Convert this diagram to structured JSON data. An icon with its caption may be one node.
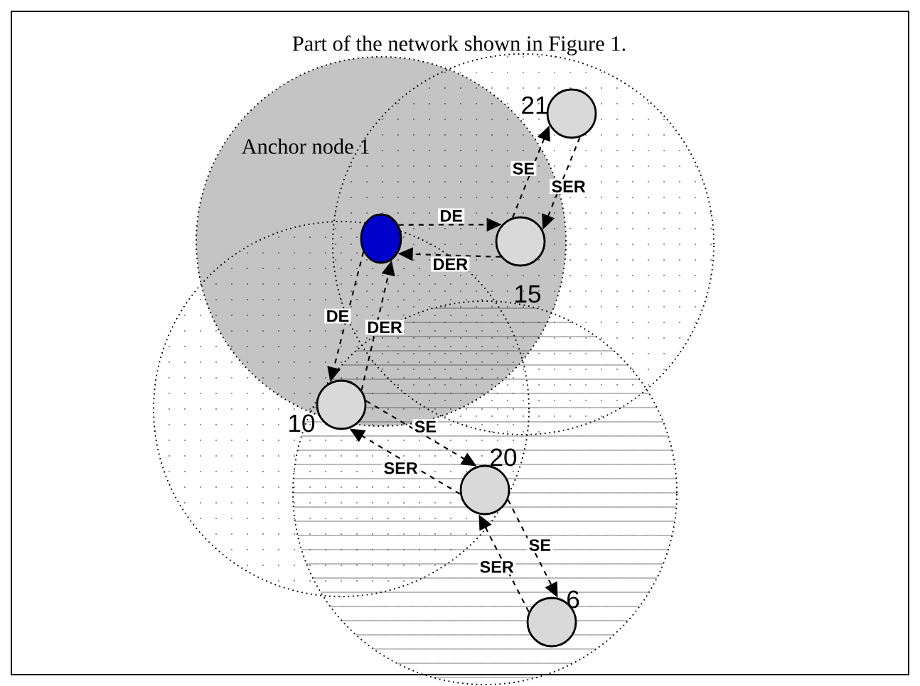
{
  "diagram": {
    "title": "Part of the network shown in Figure 1.",
    "nodes": [
      {
        "text": [],
        "shape": "circle",
        "beside": [
          "Anchor node 1"
        ]
      },
      {
        "text": [],
        "shape": "circle",
        "beside": [
          "15"
        ]
      },
      {
        "text": [],
        "shape": "circle",
        "beside": [
          "21"
        ]
      },
      {
        "text": [],
        "shape": "circle",
        "beside": [
          "10"
        ]
      },
      {
        "text": [],
        "shape": "circle",
        "beside": [
          "20"
        ]
      },
      {
        "text": [],
        "shape": "circle",
        "beside": [
          "6"
        ]
      }
    ],
    "edges": [
      {
        "from": 0,
        "to": 1,
        "arrow": "to",
        "label": "DE"
      },
      {
        "from": 1,
        "to": 0,
        "arrow": "to",
        "label": "DER"
      },
      {
        "from": 1,
        "to": 2,
        "arrow": "to",
        "label": "SE"
      },
      {
        "from": 2,
        "to": 1,
        "arrow": "to",
        "label": "SER"
      },
      {
        "from": 0,
        "to": 3,
        "arrow": "to",
        "label": "DE"
      },
      {
        "from": 3,
        "to": 0,
        "arrow": "to",
        "label": "DER"
      },
      {
        "from": 3,
        "to": 4,
        "arrow": "to",
        "label": "SE"
      },
      {
        "from": 4,
        "to": 3,
        "arrow": "to",
        "label": "SER"
      },
      {
        "from": 4,
        "to": 5,
        "arrow": "to",
        "label": "SE"
      },
      {
        "from": 5,
        "to": 4,
        "arrow": "to",
        "label": "SER"
      }
    ]
  }
}
